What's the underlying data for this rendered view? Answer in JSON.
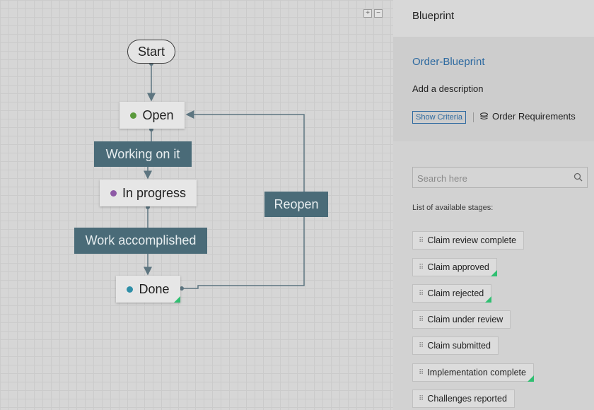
{
  "canvas": {
    "zoom_in_icon": "plus-icon",
    "zoom_out_icon": "minus-icon",
    "start_label": "Start",
    "states": {
      "open": {
        "label": "Open",
        "dot_color": "#5a9a3c"
      },
      "in_progress": {
        "label": "In progress",
        "dot_color": "#8e5aa6"
      },
      "done": {
        "label": "Done",
        "dot_color": "#2f8fa8"
      }
    },
    "transitions": {
      "working": "Working on it",
      "accomplished": "Work accomplished",
      "reopen": "Reopen"
    },
    "accent_color": "#4a6b78"
  },
  "sidebar": {
    "title": "Blueprint",
    "blueprint_name": "Order-Blueprint",
    "add_description": "Add a description",
    "show_criteria": "Show Criteria",
    "order_requirements": "Order Requirements",
    "search_placeholder": "Search here",
    "list_label": "List of available stages:",
    "stages": [
      {
        "label": "Claim review complete",
        "flag": false
      },
      {
        "label": "Claim approved",
        "flag": true
      },
      {
        "label": "Claim rejected",
        "flag": true
      },
      {
        "label": "Claim under review",
        "flag": false
      },
      {
        "label": "Claim submitted",
        "flag": false
      },
      {
        "label": "Implementation complete",
        "flag": true
      },
      {
        "label": "Challenges reported",
        "flag": false
      }
    ]
  }
}
